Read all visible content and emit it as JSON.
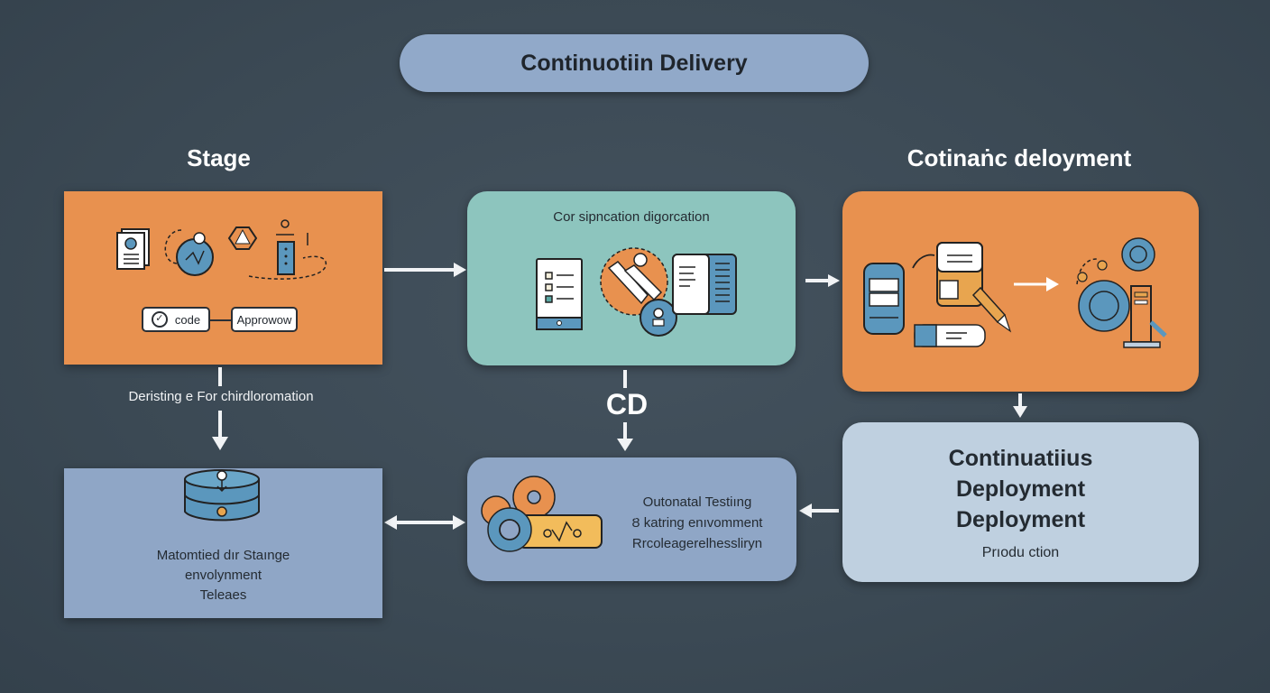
{
  "title": "Continuotiin Delivery",
  "headings": {
    "stage": "Stage",
    "continuous_deployment": "Cotinaṅc deloyment"
  },
  "stage_box": {
    "chips": [
      {
        "label": "code",
        "icon": "check-circle-icon"
      },
      {
        "label": "Approwow"
      }
    ],
    "icons": [
      "document-icon",
      "user-gear-icon",
      "hexagon-warning-icon",
      "user-flow-icon",
      "server-rack-icon"
    ]
  },
  "config_box": {
    "title": "Cor sipncation digorcation",
    "icons": [
      "checklist-tablet-icon",
      "tag-icon",
      "stamp-icon",
      "document-panel-icon"
    ]
  },
  "deployment_box": {
    "icons": [
      "database-device-icon",
      "storage-cylinder-icon",
      "pen-icon",
      "tag-arrow-icon",
      "gear-icon",
      "server-icon"
    ]
  },
  "left_connector_label": "Deristing e For chirdloromation",
  "center_connector_label": "CD",
  "staging_box": {
    "icon": "database-icon",
    "lines": [
      "Matomtied dır Staınge",
      "envolynment",
      "Teleaes"
    ]
  },
  "testing_box": {
    "icon": "gears-toggle-icon",
    "lines": [
      "Outonatal Testiıng",
      "Ȣ katring enıvomment",
      "Rrcoleagerelhessliryn"
    ]
  },
  "production_box": {
    "lines": [
      "Continuatiius",
      "Deployment",
      "Deployment"
    ],
    "subtitle": "Prıodu ction"
  },
  "colors": {
    "background": "#3b4954",
    "orange": "#e8914f",
    "teal": "#8dc5be",
    "slate_blue": "#8fa6c6",
    "pale_blue": "#bfd0e0",
    "icon_blue": "#5b97bd"
  }
}
